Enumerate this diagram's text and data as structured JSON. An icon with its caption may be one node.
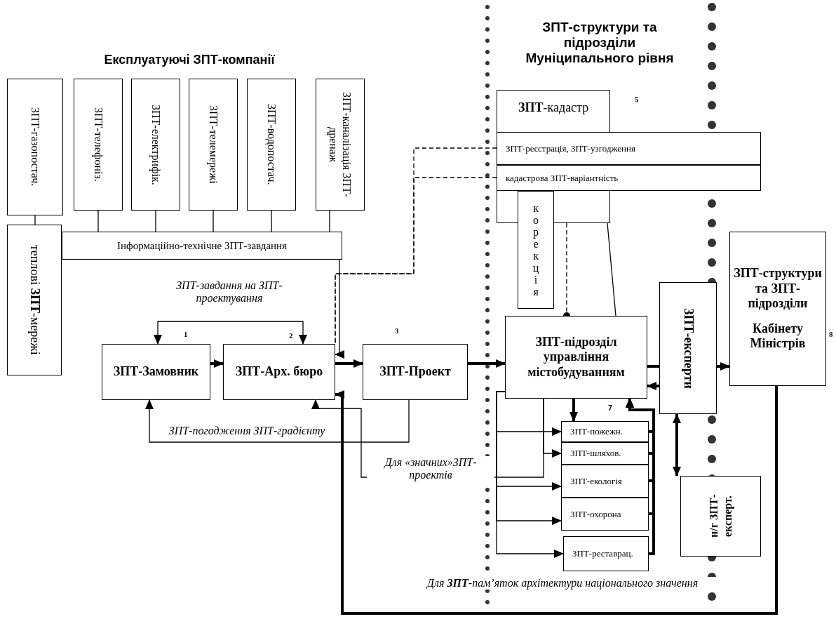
{
  "diagram": {
    "nodes": [
      {
        "text": [
          "ЗПТ-газопостач."
        ]
      },
      {
        "text": [
          "ЗПТ-телефоніз."
        ]
      },
      {
        "text": [
          "ЗПТ-електрифік."
        ]
      },
      {
        "text": [
          "ЗПТ-телемережі"
        ]
      },
      {
        "text": [
          "ЗПТ-водопостач."
        ]
      },
      {
        "text": [
          "ЗПТ-каналізація ЗПТ-дренаж"
        ]
      },
      {
        "text": [
          "теплові **ЗПТ**-мережі"
        ]
      },
      {
        "text": [
          "Інформаційно-технічне ЗПТ-завдання"
        ]
      },
      {
        "text": [
          "ЗПТ-Замовник"
        ],
        "beside": [
          "1"
        ]
      },
      {
        "text": [
          "ЗПТ-Арх. бюро"
        ],
        "beside": [
          "2"
        ]
      },
      {
        "text": [
          "ЗПТ-Проект"
        ],
        "beside": [
          "3"
        ]
      },
      {
        "text": [
          "**ЗПТ**-кадастр"
        ],
        "beside": [
          "5"
        ]
      },
      {
        "text": [
          "ЗПТ-реєстрація, ЗПТ-узгодження"
        ]
      },
      {
        "text": [
          "кадастрова ЗПТ-варіантність"
        ]
      },
      {
        "text": [
          "корекція"
        ]
      },
      {
        "text": [
          "ЗПТ-підрозділ управління містобудуванням"
        ]
      },
      {
        "text": [
          "ЗПТ-експерти"
        ]
      },
      {
        "text": [
          "ЗПТ-структури та ЗПТ-підрозділи",
          "Кабінету Міністрів"
        ],
        "beside": [
          "8"
        ]
      },
      {
        "text": [
          "ЗПТ-пожежн."
        ]
      },
      {
        "text": [
          "ЗПТ-шляхов."
        ]
      },
      {
        "text": [
          "ЗПТ-екологія"
        ]
      },
      {
        "text": [
          "ЗПТ-охорона"
        ]
      },
      {
        "text": [
          "ЗПТ-реставрац."
        ]
      },
      {
        "text": [
          "н/г ЗПТ-експерт."
        ]
      }
    ],
    "edges": [
      {
        "from": 0,
        "to": 6,
        "arrow": "none"
      },
      {
        "from": 1,
        "to": 7,
        "arrow": "none"
      },
      {
        "from": 2,
        "to": 7,
        "arrow": "none"
      },
      {
        "from": 3,
        "to": 7,
        "arrow": "none"
      },
      {
        "from": 4,
        "to": 7,
        "arrow": "none"
      },
      {
        "from": 5,
        "to": 7,
        "arrow": "none"
      },
      {
        "from": 8,
        "to": 9,
        "arrow": "to",
        "style": "thick"
      },
      {
        "from": 8,
        "to": 9,
        "arrow": "both",
        "label": "ЗПТ-завдання на ЗПТ-проектування"
      },
      {
        "from": 9,
        "to": 10,
        "arrow": "to",
        "style": "thick"
      },
      {
        "from": 10,
        "to": 15,
        "arrow": "to",
        "style": "thick"
      },
      {
        "from": 10,
        "to": 8,
        "arrow": "to",
        "label": "ЗПТ-погодження ЗПТ-градієнту"
      },
      {
        "from": 15,
        "to": 9,
        "arrow": "to",
        "label": "Для «значних»ЗПТ-проектів"
      },
      {
        "from": 15,
        "to": 19,
        "arrow": "to"
      },
      {
        "from": 7,
        "to": 9,
        "arrow": "to"
      },
      {
        "from": 12,
        "to": 9,
        "arrow": "none",
        "style": "dashed"
      },
      {
        "from": 13,
        "to": 9,
        "arrow": "none",
        "style": "dashed"
      },
      {
        "from": 11,
        "to": 15,
        "arrow": "other",
        "style": "dashed"
      },
      {
        "from": 11,
        "to": 15,
        "arrow": "none"
      },
      {
        "from": 15,
        "to": 16,
        "arrow": "none",
        "style": "thick"
      },
      {
        "from": 16,
        "to": 17,
        "arrow": "to",
        "style": "thick"
      },
      {
        "from": 16,
        "to": 15,
        "arrow": "to",
        "style": "thick"
      },
      {
        "from": 15,
        "to": 18,
        "arrow": "to",
        "style": "thick"
      },
      {
        "from": 15,
        "to": 18,
        "arrow": "to"
      },
      {
        "from": 15,
        "to": 20,
        "arrow": "to"
      },
      {
        "from": 15,
        "to": 21,
        "arrow": "to"
      },
      {
        "from": 15,
        "to": 22,
        "arrow": "to"
      },
      {
        "from": 18,
        "to": 15,
        "arrow": "to",
        "style": "thick"
      },
      {
        "from": 19,
        "to": 15,
        "arrow": "to",
        "style": "thick"
      },
      {
        "from": 20,
        "to": 15,
        "arrow": "to",
        "style": "thick"
      },
      {
        "from": 21,
        "to": 15,
        "arrow": "to",
        "style": "thick"
      },
      {
        "from": 22,
        "to": 15,
        "arrow": "to",
        "style": "thick"
      },
      {
        "from": 16,
        "to": 23,
        "arrow": "both",
        "style": "thick"
      },
      {
        "from": 17,
        "to": 9,
        "arrow": "to",
        "style": "thick",
        "label": "Для **ЗПТ**-пам’яток архітектури національного значення"
      }
    ],
    "labels": [
      "Експлуатуючі ЗПТ-компанії",
      "ЗПТ-структури та підрозділи Муніципального рівня",
      "7"
    ]
  }
}
